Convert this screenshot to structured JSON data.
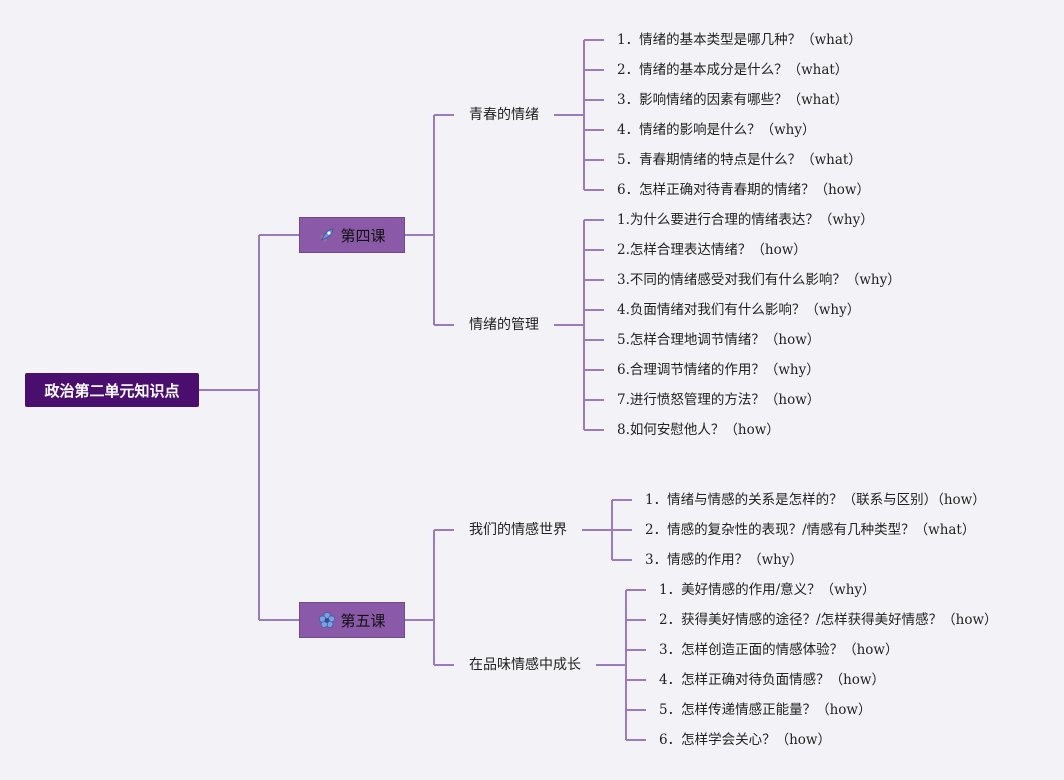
{
  "root": "政治第二单元知识点",
  "colors": {
    "root_bg": "#4a0f6e",
    "lesson_bg": "#8a59a7",
    "line": "#9b7bbf",
    "background": "#f3f2f6"
  },
  "lessons": [
    {
      "title": "第四课",
      "icon": "rocket-icon",
      "topics": [
        {
          "title": "青春的情绪",
          "items": [
            "1．情绪的基本类型是哪几种？（what）",
            "2．情绪的基本成分是什么？（what）",
            "3．影响情绪的因素有哪些？（what）",
            "4．情绪的影响是什么？（why）",
            "5．青春期情绪的特点是什么？（what）",
            "6．怎样正确对待青春期的情绪？（how）"
          ]
        },
        {
          "title": "情绪的管理",
          "items": [
            "1.为什么要进行合理的情绪表达？（why）",
            "2.怎样合理表达情绪？（how）",
            "3.不同的情绪感受对我们有什么影响？（why）",
            "4.负面情绪对我们有什么影响？（why）",
            "5.怎样合理地调节情绪？（how）",
            "6.合理调节情绪的作用？（why）",
            "7.进行愤怒管理的方法？（how）",
            "8.如何安慰他人？（how）"
          ]
        }
      ]
    },
    {
      "title": "第五课",
      "icon": "flower-icon",
      "topics": [
        {
          "title": "我们的情感世界",
          "items": [
            "1．情绪与情感的关系是怎样的？（联系与区别）（how）",
            "2．情感的复杂性的表现？/情感有几种类型？（what）",
            "3．情感的作用？（why）"
          ]
        },
        {
          "title": "在品味情感中成长",
          "items": [
            "1．美好情感的作用/意义？（why）",
            "2．获得美好情感的途径？/怎样获得美好情感？（how）",
            "3．怎样创造正面的情感体验？（how）",
            "4．怎样正确对待负面情感？（how）",
            "5．怎样传递情感正能量？（how）",
            "6．怎样学会关心？（how）"
          ]
        }
      ]
    }
  ]
}
